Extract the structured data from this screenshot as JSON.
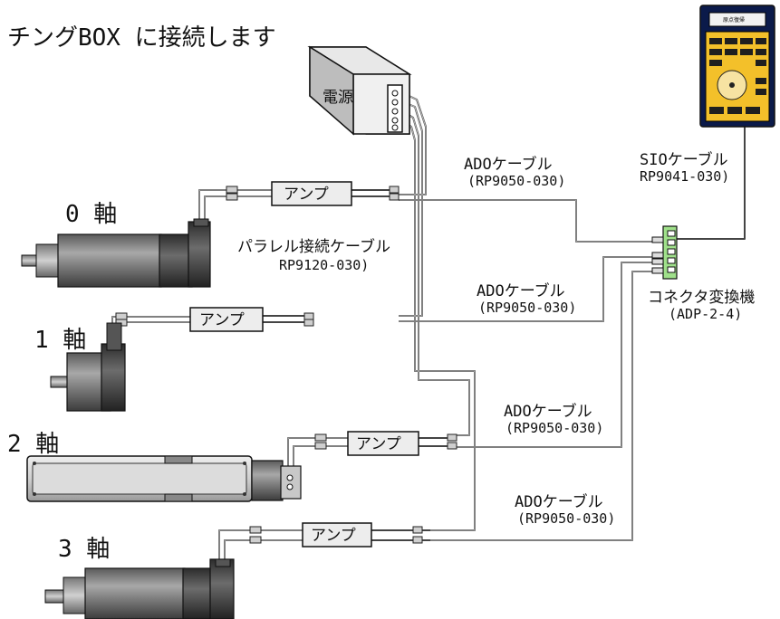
{
  "title": "チングBOX に接続します",
  "power_supply": {
    "label": "電源"
  },
  "teaching_box": {
    "screen_label": "原点復帰"
  },
  "amp_label": "アンプ",
  "axes": [
    {
      "label": "0 軸"
    },
    {
      "label": "1 軸"
    },
    {
      "label": "2 軸"
    },
    {
      "label": "3 軸"
    }
  ],
  "cables": {
    "parallel": {
      "name": "パラレル接続ケーブル",
      "part": "RP9120-030)"
    },
    "sio": {
      "name": "SIOケーブル",
      "part": "RP9041-030)"
    },
    "ado": [
      {
        "name": "ADOケーブル",
        "part": "(RP9050-030)"
      },
      {
        "name": "ADOケーブル",
        "part": "(RP9050-030)"
      },
      {
        "name": "ADOケーブル",
        "part": "(RP9050-030)"
      },
      {
        "name": "ADOケーブル",
        "part": "(RP9050-030)"
      }
    ]
  },
  "converter": {
    "name": "コネクタ変換機",
    "part": "(ADP-2-4)"
  }
}
